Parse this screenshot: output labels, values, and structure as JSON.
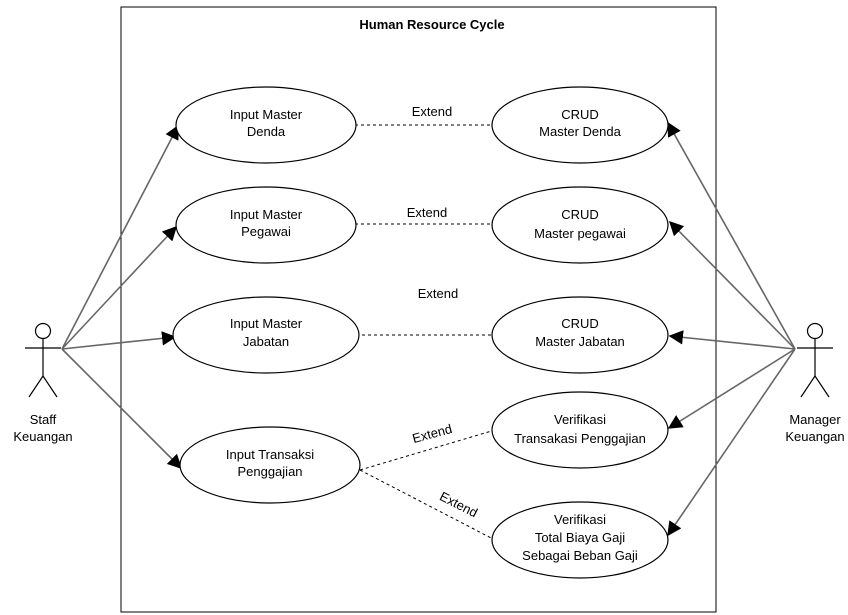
{
  "diagram": {
    "title": "Human Resource Cycle",
    "actors": {
      "staff": {
        "line1": "Staff",
        "line2": "Keuangan"
      },
      "manager": {
        "line1": "Manager",
        "line2": "Keuangan"
      }
    },
    "use_cases": {
      "input_denda": [
        "Input Master",
        "Denda"
      ],
      "input_pegawai": [
        "Input Master",
        "Pegawai"
      ],
      "input_jabatan": [
        "Input Master",
        "Jabatan"
      ],
      "input_penggajian": [
        "Input Transaksi",
        "Penggajian"
      ],
      "crud_denda": [
        "CRUD",
        "Master Denda"
      ],
      "crud_pegawai": [
        "CRUD",
        "Master pegawai"
      ],
      "crud_jabatan": [
        "CRUD",
        "Master Jabatan"
      ],
      "verif_transaksi": [
        "Verifikasi",
        "Transakasi Penggajian"
      ],
      "verif_total": [
        "Verifikasi",
        "Total Biaya Gaji",
        "Sebagai Beban Gaji"
      ]
    },
    "relations": {
      "extend_denda": "Extend",
      "extend_pegawai": "Extend",
      "extend_jabatan": "Extend",
      "extend_verif_transaksi": "Extend",
      "extend_verif_total": "Extend"
    },
    "colors": {
      "line": "#000000",
      "connector": "#666666",
      "background": "#ffffff"
    }
  }
}
